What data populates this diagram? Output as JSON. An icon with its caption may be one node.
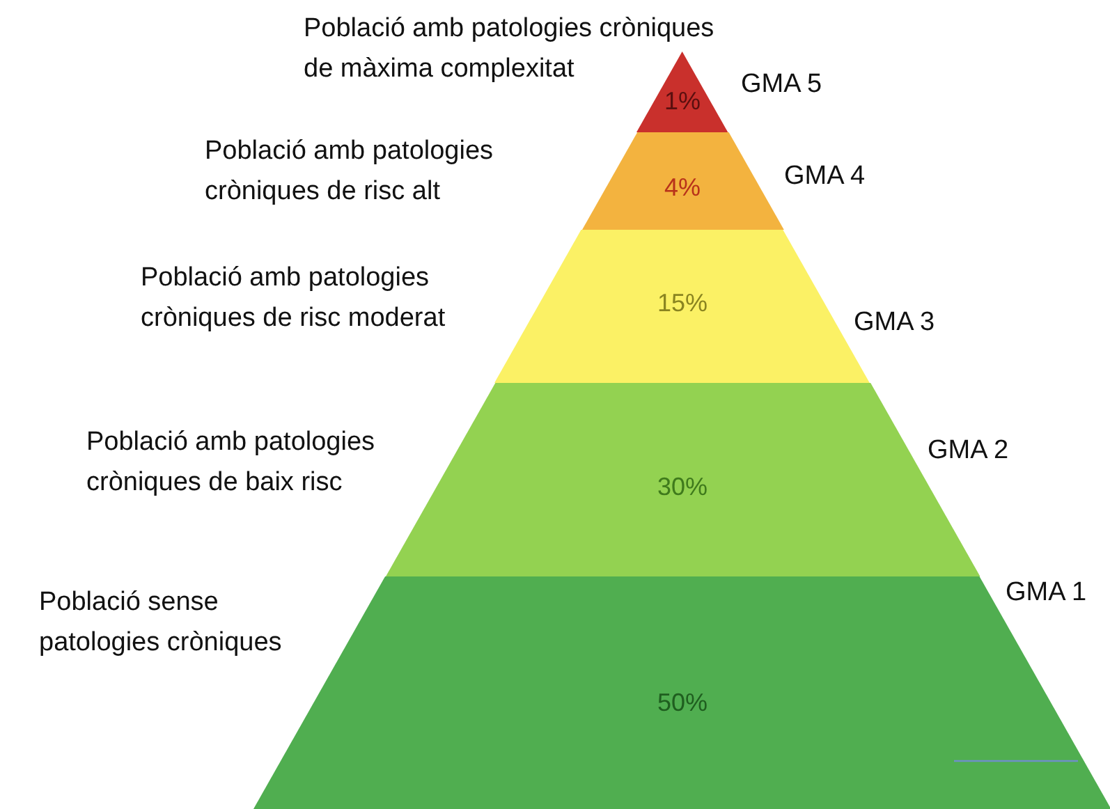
{
  "diagram": {
    "nodes": [
      {
        "text": [
          "1%"
        ],
        "beside": [
          "GMA 5"
        ]
      },
      {
        "text": [
          "4%"
        ],
        "beside": [
          "GMA 4"
        ]
      },
      {
        "text": [
          "15%"
        ],
        "beside": [
          "GMA 3"
        ]
      },
      {
        "text": [
          "30%"
        ],
        "beside": [
          "GMA 2"
        ]
      },
      {
        "text": [
          "50%"
        ],
        "beside": [
          "GMA 1"
        ]
      }
    ],
    "labels": [
      "Població amb patologies cròniques de màxima complexitat",
      "Població amb patologies cròniques de risc alt",
      "Població amb patologies cròniques de risc moderat",
      "Població amb patologies cròniques de baix risc",
      "Població sense patologies cròniques"
    ]
  }
}
